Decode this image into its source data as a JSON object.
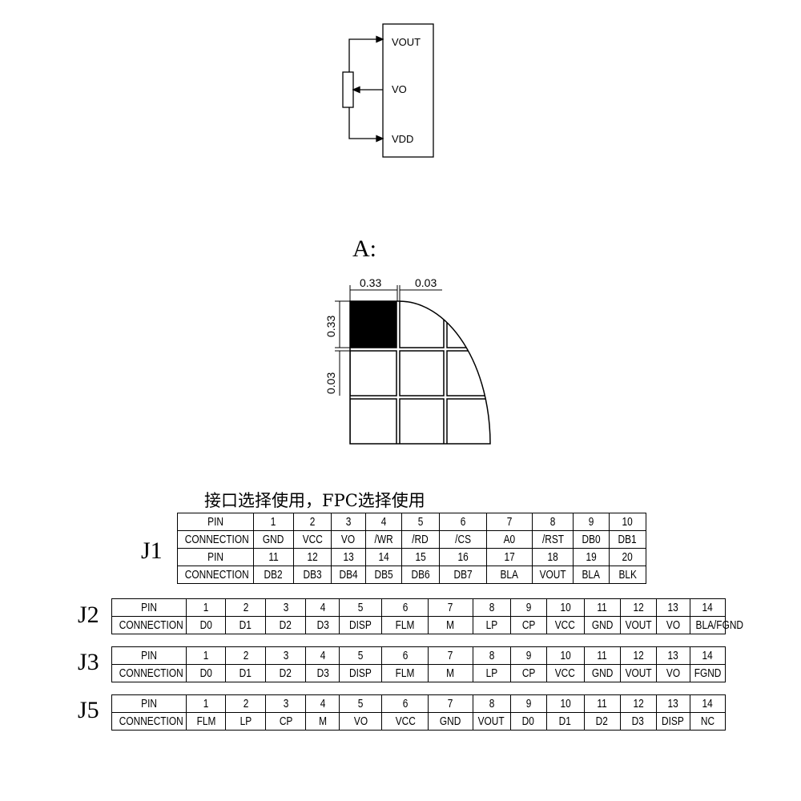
{
  "schematic": {
    "pins": [
      "VOUT",
      "VO",
      "VDD"
    ]
  },
  "detail": {
    "label": "A:",
    "dim_top_left": "0.33",
    "dim_top_right": "0.03",
    "dim_side_top": "0.33",
    "dim_side_bottom": "0.03"
  },
  "section_title": "接口选择使用，FPC选择使用",
  "connectors": [
    {
      "name": "J1",
      "row_label_pin": "PIN",
      "row_label_conn": "CONNECTION",
      "rows": [
        {
          "pins": [
            "1",
            "2",
            "3",
            "4",
            "5",
            "6",
            "7",
            "8",
            "9",
            "10"
          ],
          "conns": [
            "GND",
            "VCC",
            "VO",
            "/WR",
            "/RD",
            "/CS",
            "A0",
            "/RST",
            "DB0",
            "DB1"
          ]
        },
        {
          "pins": [
            "11",
            "12",
            "13",
            "14",
            "15",
            "16",
            "17",
            "18",
            "19",
            "20"
          ],
          "conns": [
            "DB2",
            "DB3",
            "DB4",
            "DB5",
            "DB6",
            "DB7",
            "BLA",
            "VOUT",
            "BLA",
            "BLK"
          ]
        }
      ]
    },
    {
      "name": "J2",
      "row_label_pin": "PIN",
      "row_label_conn": "CONNECTION",
      "rows": [
        {
          "pins": [
            "1",
            "2",
            "3",
            "4",
            "5",
            "6",
            "7",
            "8",
            "9",
            "10",
            "11",
            "12",
            "13",
            "14"
          ],
          "conns": [
            "D0",
            "D1",
            "D2",
            "D3",
            "DISP",
            "FLM",
            "M",
            "LP",
            "CP",
            "VCC",
            "GND",
            "VOUT",
            "VO",
            "BLA/FGND"
          ]
        }
      ]
    },
    {
      "name": "J3",
      "row_label_pin": "PIN",
      "row_label_conn": "CONNECTION",
      "rows": [
        {
          "pins": [
            "1",
            "2",
            "3",
            "4",
            "5",
            "6",
            "7",
            "8",
            "9",
            "10",
            "11",
            "12",
            "13",
            "14"
          ],
          "conns": [
            "D0",
            "D1",
            "D2",
            "D3",
            "DISP",
            "FLM",
            "M",
            "LP",
            "CP",
            "VCC",
            "GND",
            "VOUT",
            "VO",
            "FGND"
          ]
        }
      ]
    },
    {
      "name": "J5",
      "row_label_pin": "PIN",
      "row_label_conn": "CONNECTION",
      "rows": [
        {
          "pins": [
            "1",
            "2",
            "3",
            "4",
            "5",
            "6",
            "7",
            "8",
            "9",
            "10",
            "11",
            "12",
            "13",
            "14"
          ],
          "conns": [
            "FLM",
            "LP",
            "CP",
            "M",
            "VO",
            "VCC",
            "GND",
            "VOUT",
            "D0",
            "D1",
            "D2",
            "D3",
            "DISP",
            "NC"
          ]
        }
      ]
    }
  ]
}
